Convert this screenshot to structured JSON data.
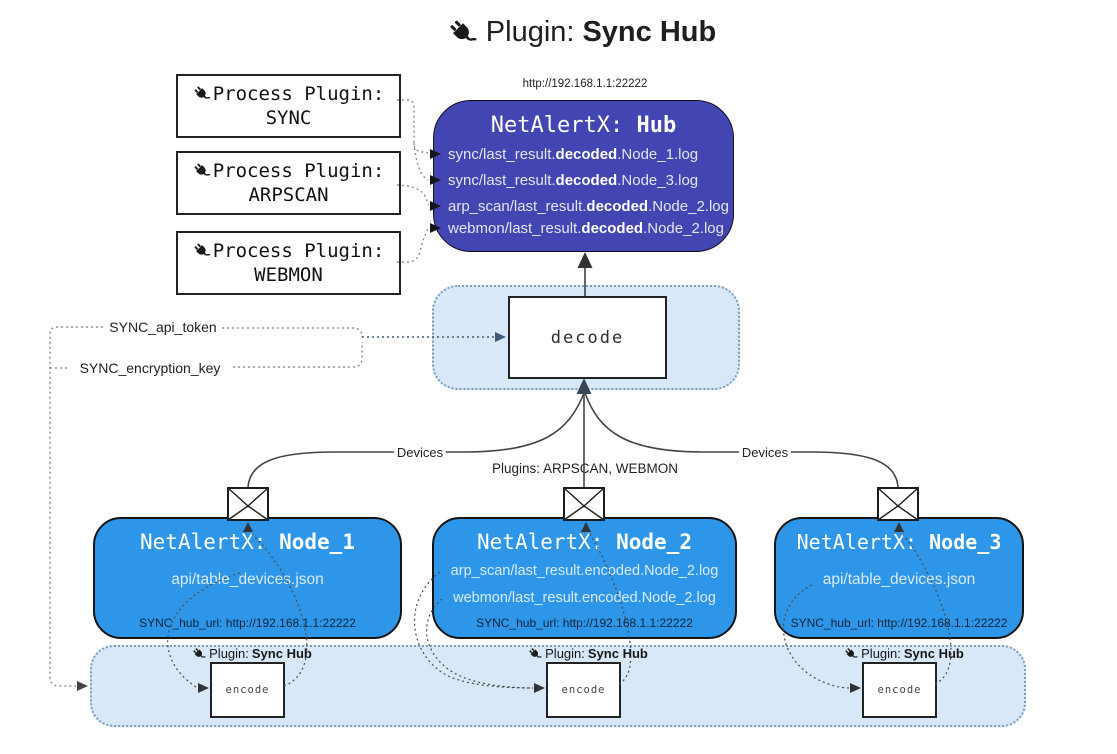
{
  "title": {
    "prefix": "Plugin:",
    "name": "Sync Hub"
  },
  "hub": {
    "url": "http://192.168.1.1:22222",
    "name_prefix": "NetAlertX:",
    "name": "Hub",
    "logs": [
      {
        "pre": "sync/last_result.",
        "bold": "decoded",
        "post": ".Node_1.log"
      },
      {
        "pre": "sync/last_result.",
        "bold": "decoded",
        "post": ".Node_3.log"
      },
      {
        "pre": "arp_scan/last_result.",
        "bold": "decoded",
        "post": ".Node_2.log"
      },
      {
        "pre": "webmon/last_result.",
        "bold": "decoded",
        "post": ".Node_2.log"
      }
    ]
  },
  "process_plugins": [
    {
      "label": "Process Plugin:",
      "name": "SYNC"
    },
    {
      "label": "Process Plugin:",
      "name": "ARPSCAN"
    },
    {
      "label": "Process Plugin:",
      "name": "WEBMON"
    }
  ],
  "settings": {
    "api_token": "SYNC_api_token",
    "encryption_key": "SYNC_encryption_key"
  },
  "decode": {
    "label": "decode"
  },
  "edges": {
    "devices_left": "Devices",
    "devices_right": "Devices",
    "plugins": "Plugins: ARPSCAN, WEBMON"
  },
  "nodes": [
    {
      "name_prefix": "NetAlertX:",
      "name": "Node_1",
      "files": [
        "api/table_devices.json"
      ],
      "hub_url": "SYNC_hub_url: http://192.168.1.1:22222"
    },
    {
      "name_prefix": "NetAlertX:",
      "name": "Node_2",
      "files": [
        "arp_scan/last_result.encoded.Node_2.log",
        "webmon/last_result.encoded.Node_2.log"
      ],
      "hub_url": "SYNC_hub_url: http://192.168.1.1:22222"
    },
    {
      "name_prefix": "NetAlertX:",
      "name": "Node_3",
      "files": [
        "api/table_devices.json"
      ],
      "hub_url": "SYNC_hub_url: http://192.168.1.1:22222"
    }
  ],
  "encode_band": {
    "plugin_prefix": "Plugin:",
    "plugin_name": "Sync Hub",
    "encode_label": "encode"
  },
  "colors": {
    "hub_bg": "#4345B2",
    "node_bg": "#2E96E8",
    "band_bg": "#D8E8F9",
    "band_border": "#7C9CBA",
    "hub_text": "#E4E5F2",
    "node_text": "#D9EAFB"
  }
}
